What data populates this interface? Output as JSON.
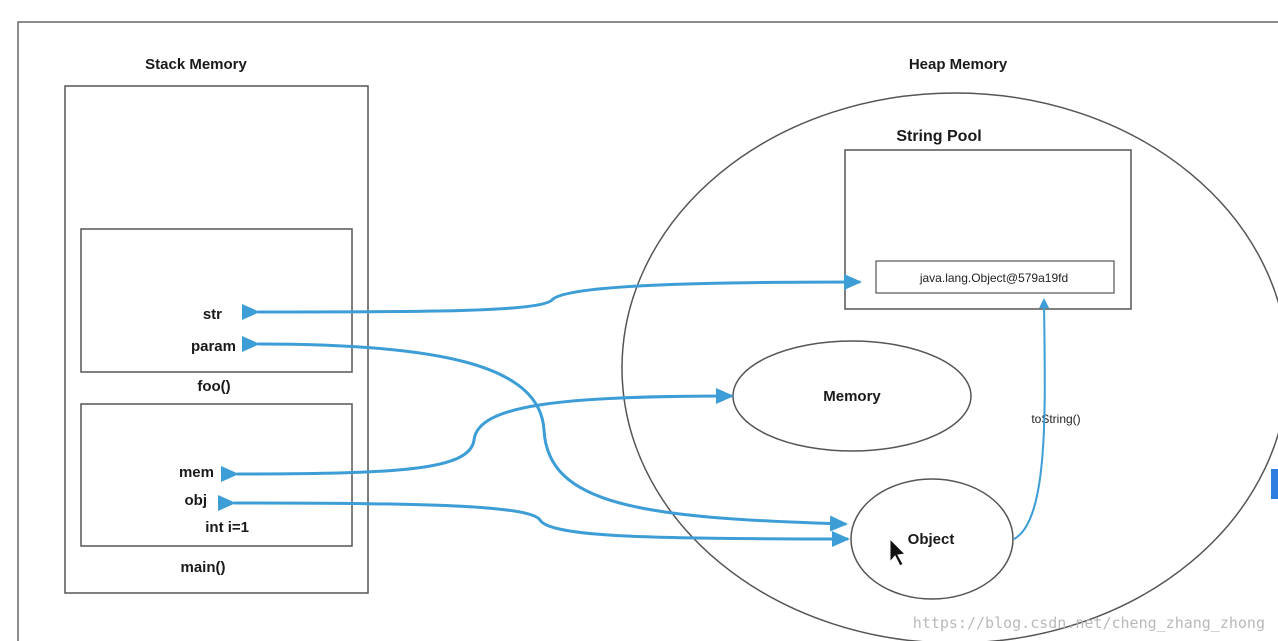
{
  "stack": {
    "title": "Stack Memory",
    "foo_frame": {
      "vars": [
        "str",
        "param"
      ],
      "label": "foo()"
    },
    "main_frame": {
      "vars": [
        "mem",
        "obj",
        "int i=1"
      ],
      "label": "main()"
    }
  },
  "heap": {
    "title": "Heap Memory",
    "string_pool": {
      "title": "String Pool",
      "entry": "java.lang.Object@579a19fd"
    },
    "memory_obj": "Memory",
    "object_obj": "Object",
    "edge_label": "toString()"
  },
  "watermark": "https://blog.csdn.net/cheng_zhang_zhong",
  "colors": {
    "arrow": "#3d9dd6",
    "stroke": "#555555",
    "accent_tab": "#2f7de1"
  }
}
